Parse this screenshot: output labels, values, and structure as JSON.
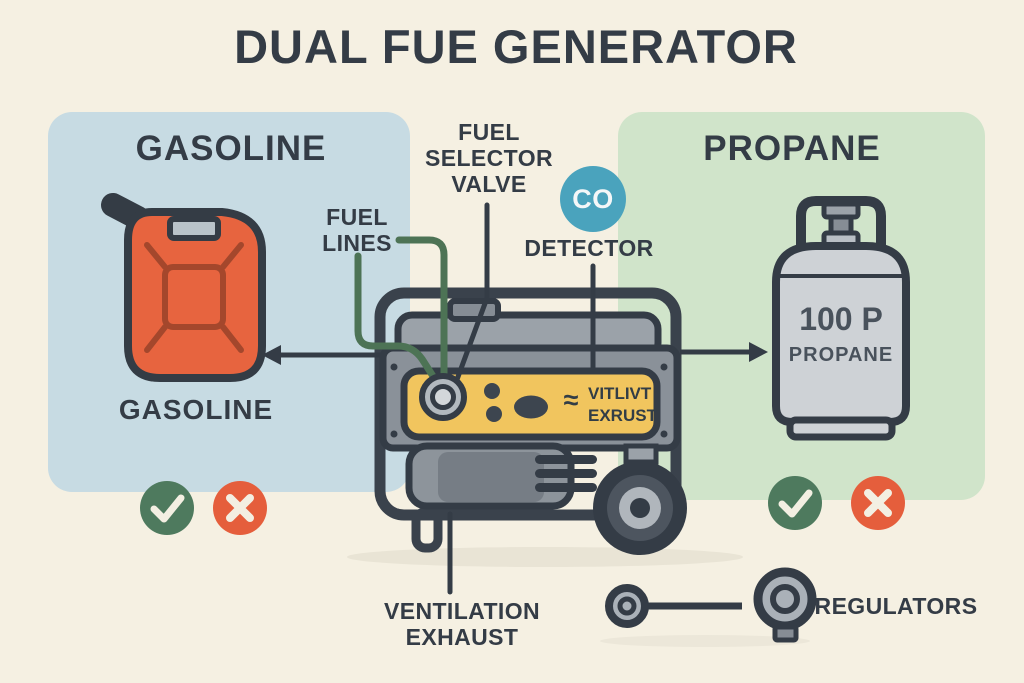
{
  "title": "DUAL FUE GENERATOR",
  "gasoline_panel": {
    "header": "GASOLINE",
    "caption": "GASOLINE"
  },
  "propane_panel": {
    "header": "PROPANE"
  },
  "propane_tank": {
    "line1": "100 P",
    "line2": "PROPANE"
  },
  "generator_display": {
    "symbol": "≈",
    "line1": "VITLIVT",
    "line2": "EXRUST"
  },
  "co_badge": {
    "text": "CO"
  },
  "labels": {
    "fuel_selector_valve": {
      "line1": "FUEL",
      "line2": "SELECTOR",
      "line3": "VALVE"
    },
    "fuel_lines": {
      "line1": "FUEL",
      "line2": "LINES"
    },
    "detector": "DETECTOR",
    "ventilation_exhaust": {
      "line1": "VENTILATION",
      "line2": "EXHAUST"
    },
    "regulators": "REGULATORS"
  },
  "colors": {
    "background": "#f5f0e2",
    "ink": "#343c46",
    "gasoline_panel_bg": "#c7dbe3",
    "propane_panel_bg": "#d0e4ca",
    "can_orange": "#e7643f",
    "control_panel_yellow": "#f1c55e",
    "co_teal": "#4aa3bd",
    "check_green": "#4e7a5e",
    "cross_red": "#e55e3c",
    "fuel_line_green": "#4d7355",
    "metal_gray": "#9ba2a9",
    "tank_gray": "#ced2d6"
  }
}
